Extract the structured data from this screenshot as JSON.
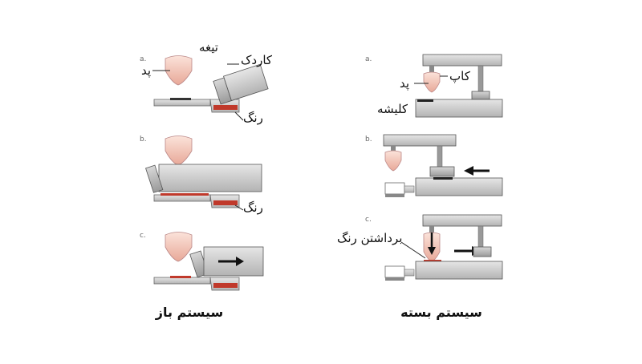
{
  "open_system": {
    "caption": "سیستم باز",
    "steps": [
      "a.",
      "b.",
      "c."
    ],
    "labels": {
      "pad": "پد",
      "blade": "تیغه",
      "doctor_blade": "کاردک",
      "ink_a": "رنگ",
      "ink_b": "رنگ"
    }
  },
  "closed_system": {
    "caption": "سیستم بسته",
    "steps": [
      "a.",
      "b.",
      "c."
    ],
    "labels": {
      "pad": "پد",
      "cup": "کاپ",
      "cliche": "کلیشه",
      "ink_pickup": "برداشتن رنگ"
    }
  },
  "colors": {
    "pad": "#f2c2b2",
    "ink": "#c0392b",
    "metal": "#c9c9c9",
    "metal_dark": "#8a8a8a",
    "outline": "#555555"
  }
}
